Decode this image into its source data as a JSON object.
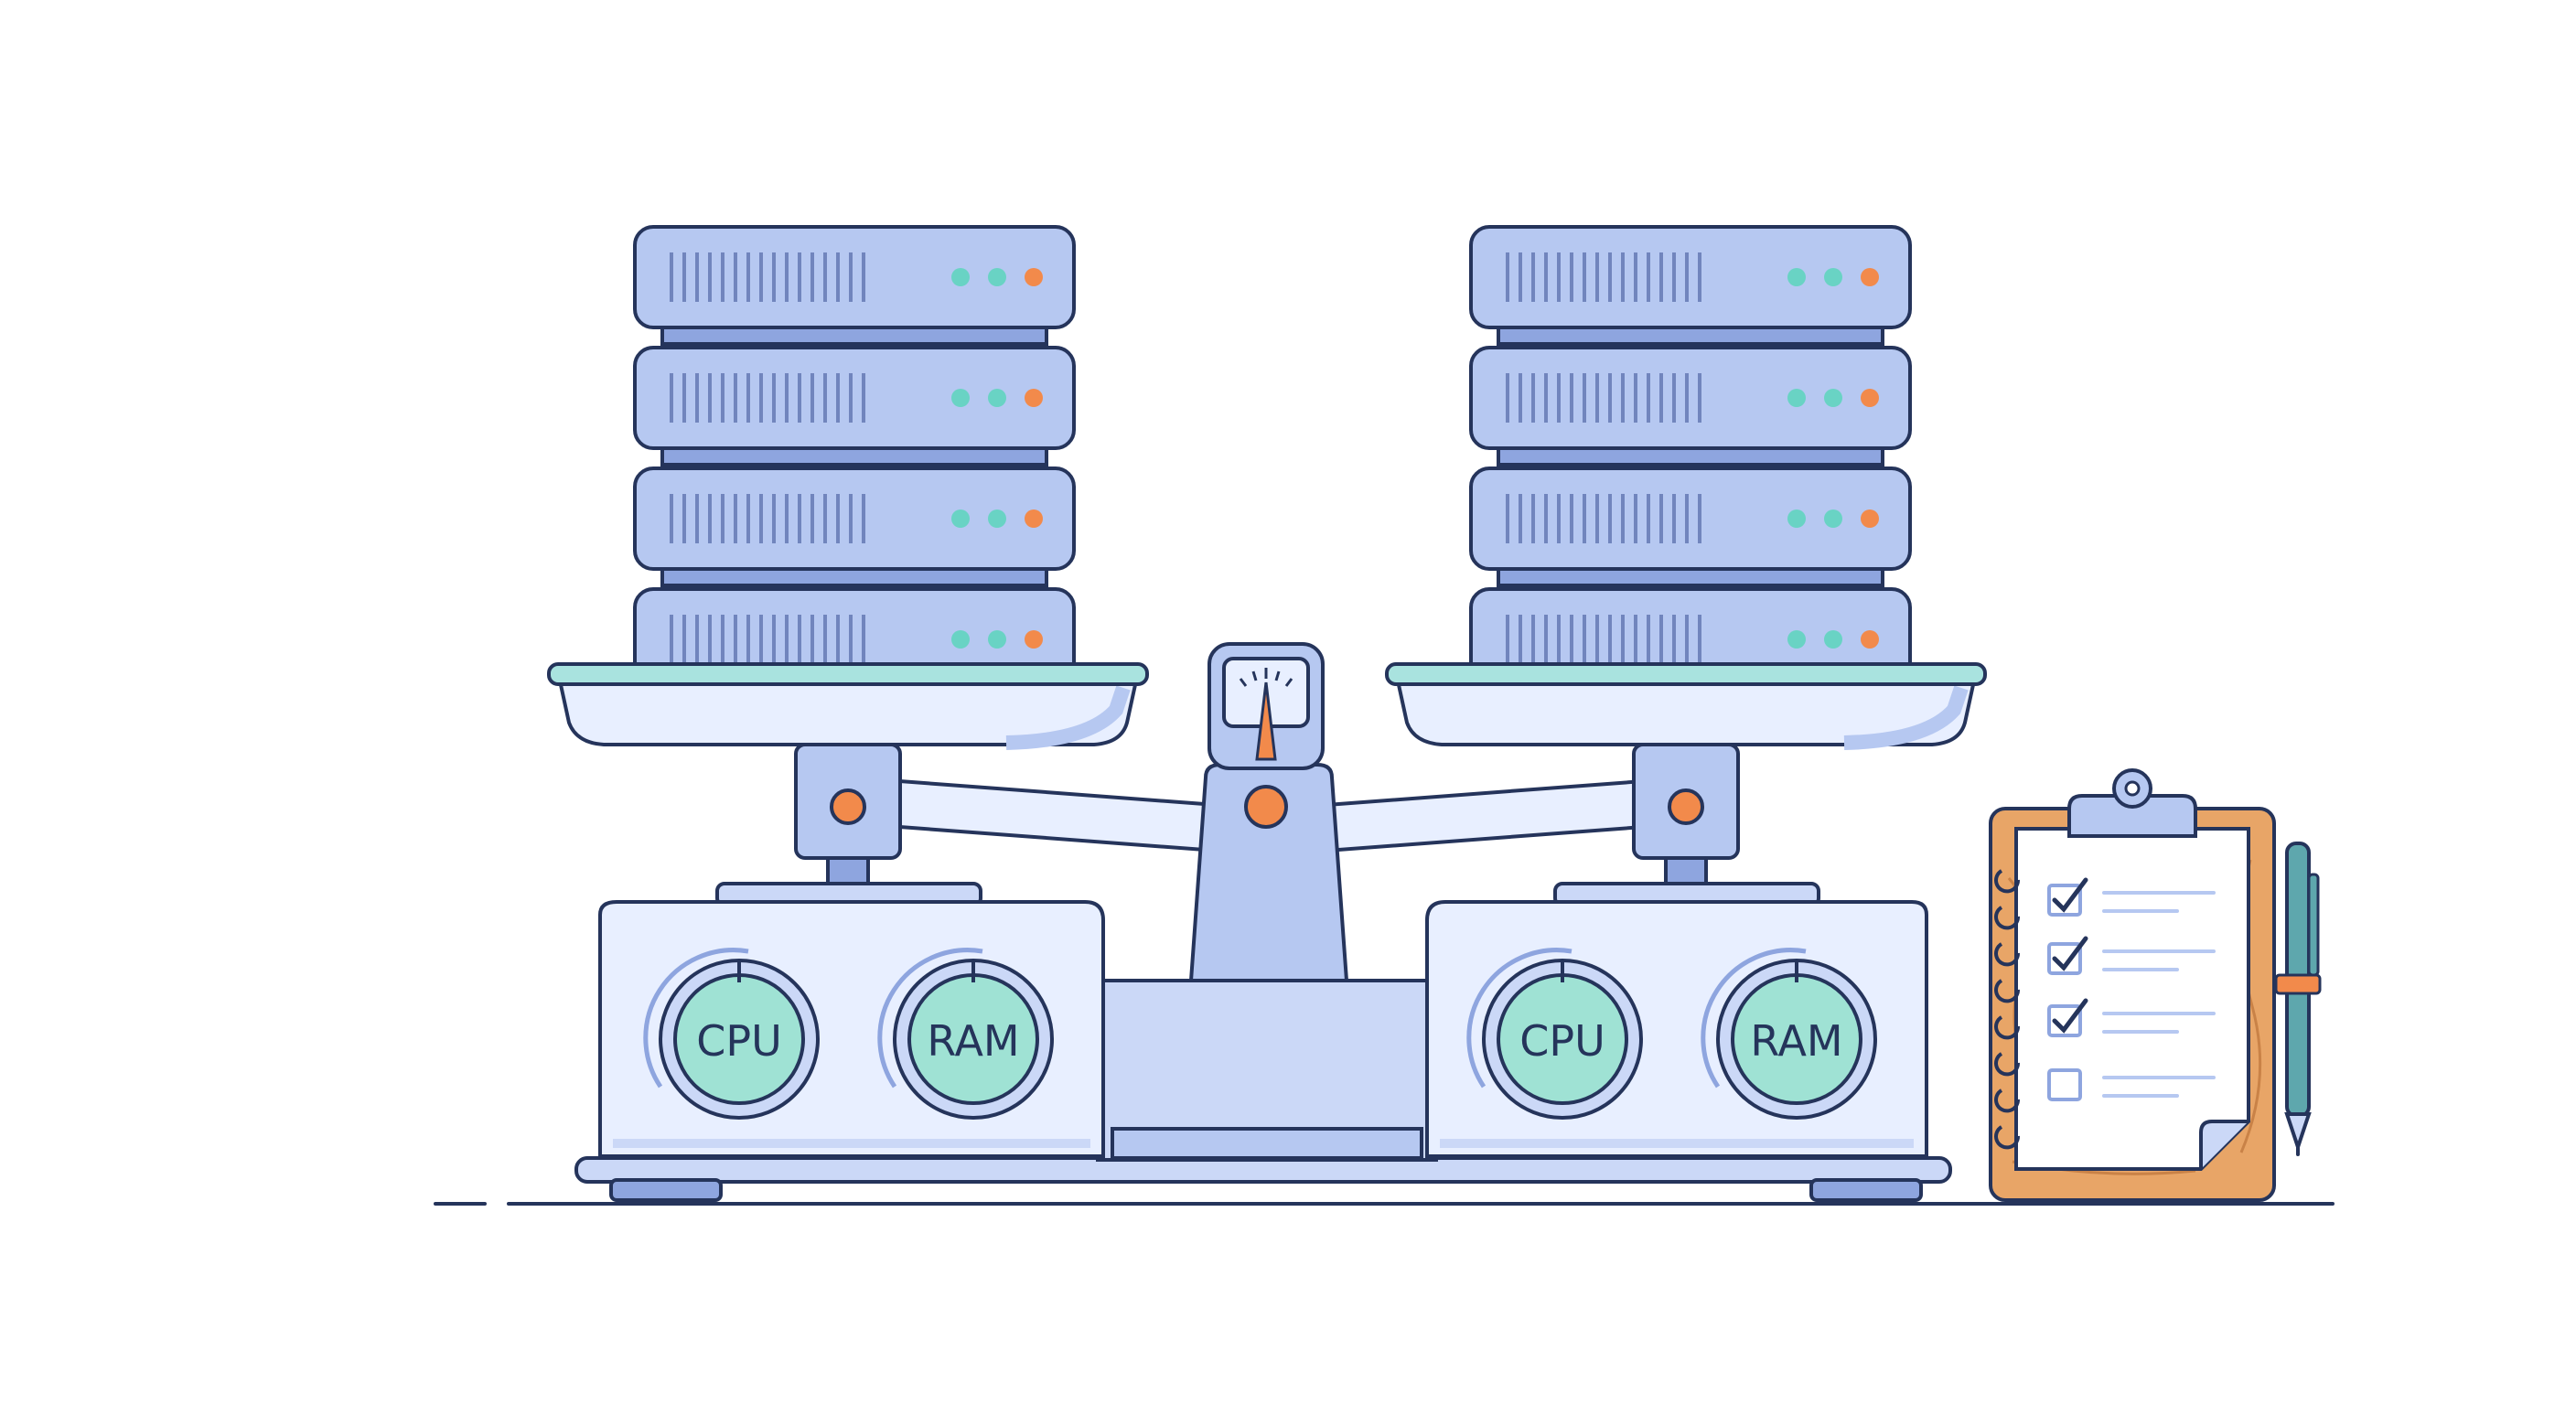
{
  "labels": {
    "left_cpu": "CPU",
    "left_ram": "RAM",
    "right_cpu": "CPU",
    "right_ram": "RAM"
  },
  "checklist": {
    "items": [
      {
        "checked": true
      },
      {
        "checked": true
      },
      {
        "checked": true
      },
      {
        "checked": false
      }
    ]
  },
  "colors": {
    "outline": "#25345b",
    "server_fill": "#b6c8f1",
    "server_dark": "#8ea5df",
    "scale_fill": "#e8efff",
    "scale_mid": "#cbd8f7",
    "tray_rim": "#a9e3df",
    "gauge_fill": "#9fe2d4",
    "led_teal": "#69d3c4",
    "led_orange": "#f28a4b",
    "clipboard_wood": "#e8a567",
    "pen": "#5ea7ad"
  },
  "icons": {
    "server_racks": "server-stack-icon",
    "scale": "balance-scale-icon",
    "clipboard": "checklist-clipboard-icon",
    "pen": "pen-icon"
  }
}
